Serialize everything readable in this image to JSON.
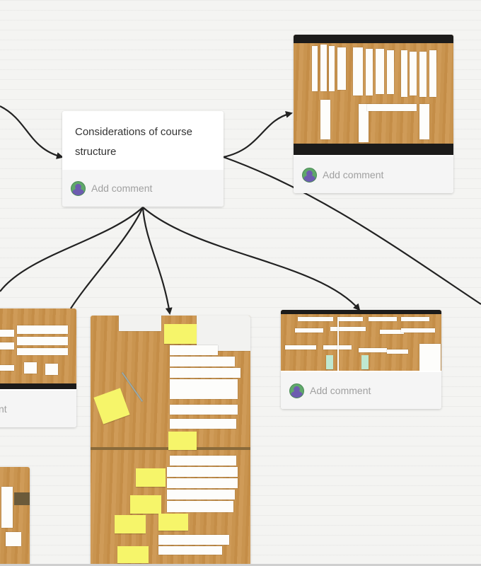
{
  "cards": {
    "main": {
      "title": "Considerations of course structure",
      "comment": "Add comment"
    },
    "top_right": {
      "comment": "Add comment"
    },
    "left": {
      "comment": "nt"
    },
    "middle_right": {
      "comment": "Add comment"
    }
  },
  "colors": {
    "background": "#f4f4f2",
    "connector": "#222222",
    "sticky": "#f6f56a",
    "wood": "#c9944f"
  }
}
